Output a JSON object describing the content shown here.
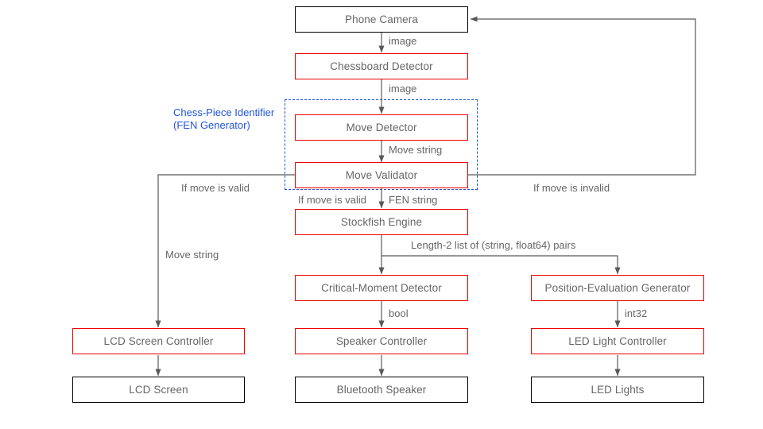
{
  "diagram": {
    "title": "Chess Assistant System Flowchart",
    "colors": {
      "node_border_black": "#000000",
      "node_border_red": "#ee0000",
      "group_border_blue": "#2255dd",
      "text_gray": "#666666",
      "edge_gray": "#595959",
      "background": "#ffffff"
    },
    "group": {
      "label_line1": "Chess-Piece Identifier",
      "label_line2": "(FEN Generator)"
    },
    "nodes": [
      {
        "id": "phone-camera",
        "label": "Phone Camera",
        "style": "black"
      },
      {
        "id": "chessboard-detector",
        "label": "Chessboard Detector",
        "style": "red"
      },
      {
        "id": "move-detector",
        "label": "Move Detector",
        "style": "red"
      },
      {
        "id": "move-validator",
        "label": "Move Validator",
        "style": "red"
      },
      {
        "id": "stockfish-engine",
        "label": "Stockfish Engine",
        "style": "red"
      },
      {
        "id": "critical-moment-detector",
        "label": "Critical-Moment Detector",
        "style": "red"
      },
      {
        "id": "position-evaluation-generator",
        "label": "Position-Evaluation Generator",
        "style": "red"
      },
      {
        "id": "lcd-screen-controller",
        "label": "LCD Screen Controller",
        "style": "red"
      },
      {
        "id": "speaker-controller",
        "label": "Speaker Controller",
        "style": "red"
      },
      {
        "id": "led-light-controller",
        "label": "LED Light Controller",
        "style": "red"
      },
      {
        "id": "lcd-screen",
        "label": "LCD Screen",
        "style": "black"
      },
      {
        "id": "bluetooth-speaker",
        "label": "Bluetooth Speaker",
        "style": "black"
      },
      {
        "id": "led-lights",
        "label": "LED Lights",
        "style": "black"
      }
    ],
    "edge_labels": [
      {
        "id": "image-1",
        "text": "image"
      },
      {
        "id": "image-2",
        "text": "image"
      },
      {
        "id": "move-string-1",
        "text": "Move string"
      },
      {
        "id": "if-move-valid-left",
        "text": "If move is valid"
      },
      {
        "id": "if-move-valid-mid",
        "text": "If move is valid"
      },
      {
        "id": "fen-string",
        "text": "FEN string"
      },
      {
        "id": "if-move-invalid",
        "text": "If move is invalid"
      },
      {
        "id": "move-string-2",
        "text": "Move string"
      },
      {
        "id": "length2-list",
        "text": "Length-2 list of (string, float64) pairs"
      },
      {
        "id": "bool",
        "text": "bool"
      },
      {
        "id": "int32",
        "text": "int32"
      }
    ]
  }
}
